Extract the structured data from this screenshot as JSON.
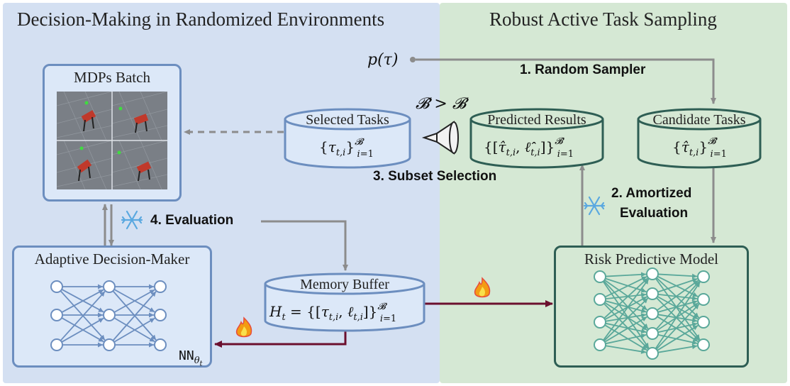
{
  "panels": {
    "left_title": "Decision-Making in Randomized Environments",
    "right_title": "Robust Active Task Sampling"
  },
  "boxes": {
    "mdps_batch": "MDPs Batch",
    "adaptive_decision_maker": "Adaptive Decision-Maker",
    "risk_predictive_model": "Risk Predictive Model",
    "nn_label": "NN",
    "nn_subscript": "θ",
    "nn_subsubscript": "t"
  },
  "cylinders": {
    "selected_tasks": {
      "title": "Selected Tasks"
    },
    "predicted_results": {
      "title": "Predicted Results"
    },
    "candidate_tasks": {
      "title": "Candidate Tasks"
    },
    "memory_buffer": {
      "title": "Memory Buffer"
    }
  },
  "steps": {
    "random_sampler": "1. Random Sampler",
    "amortized_evaluation_line1": "2. Amortized",
    "amortized_evaluation_line2": "Evaluation",
    "subset_selection": "3. Subset Selection",
    "evaluation": "4. Evaluation"
  },
  "icons": {
    "frozen": "snowflake-icon",
    "trainable": "fire-icon",
    "selector": "funnel-icon"
  },
  "colors": {
    "left_bg": "#d4e0f2",
    "right_bg": "#d5e8d4",
    "blue_border": "#6c8ebf",
    "green_border": "#2e5e54",
    "arrow_gray": "#8c8c8c",
    "arrow_red": "#6b0f2e",
    "network_blue": "#6c8ebf",
    "network_green": "#5aa89a"
  }
}
